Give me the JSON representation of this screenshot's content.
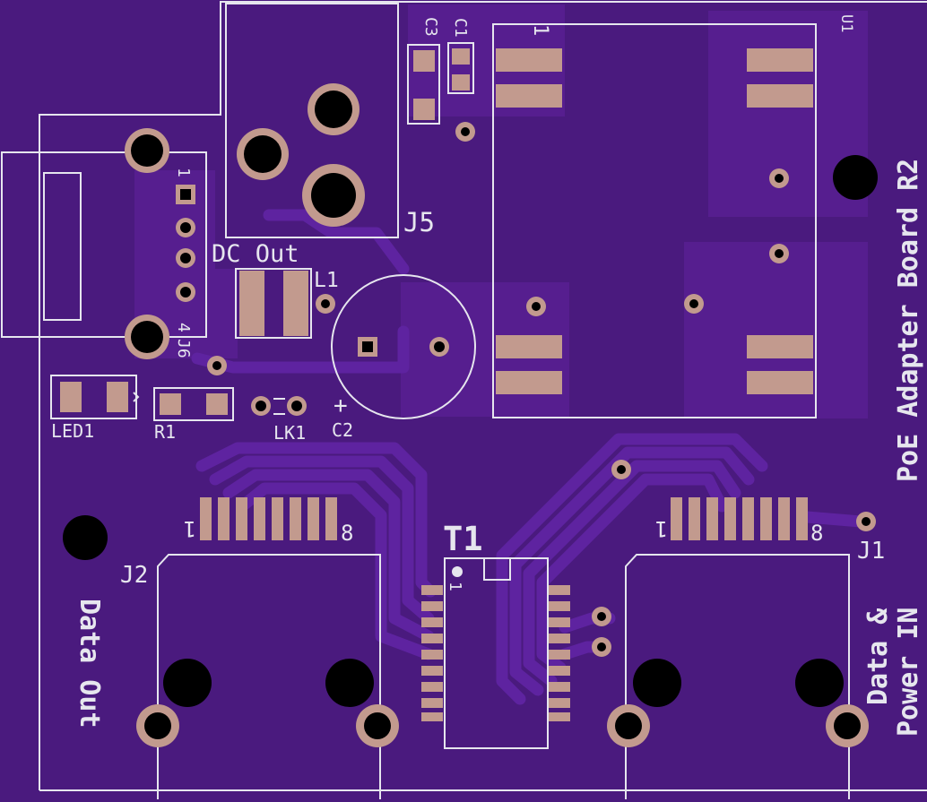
{
  "board": {
    "title_line": "PoE Adapter Board R2",
    "colors": {
      "board": "#4a1a7e",
      "copper_pour": "#561e8f",
      "trace": "#5e23a0",
      "silkscreen": "#e6e6ee",
      "pad": "#c29a8e",
      "hole": "#000000"
    }
  },
  "labels": {
    "j5": "J5",
    "dc_out": "DC Out",
    "l1": "L1",
    "j6": "J6",
    "j6_pin1": "1",
    "j6_pin4": "4",
    "led1": "LED1",
    "r1": "R1",
    "lk1": "LK1",
    "c2": "C2",
    "c2_plus": "+",
    "c3": "C3",
    "c1": "C1",
    "u1": "U1",
    "u1_pin1": "1",
    "t1": "T1",
    "t1_pin1": "1",
    "j2": "J2",
    "j2_pin_left": "1",
    "j2_pin_right": "8",
    "j1": "J1",
    "j1_pin_left": "1",
    "j1_pin_right": "8",
    "data_out": "Data Out",
    "data_power_line1": "Data &",
    "data_power_line2": "Power IN"
  }
}
